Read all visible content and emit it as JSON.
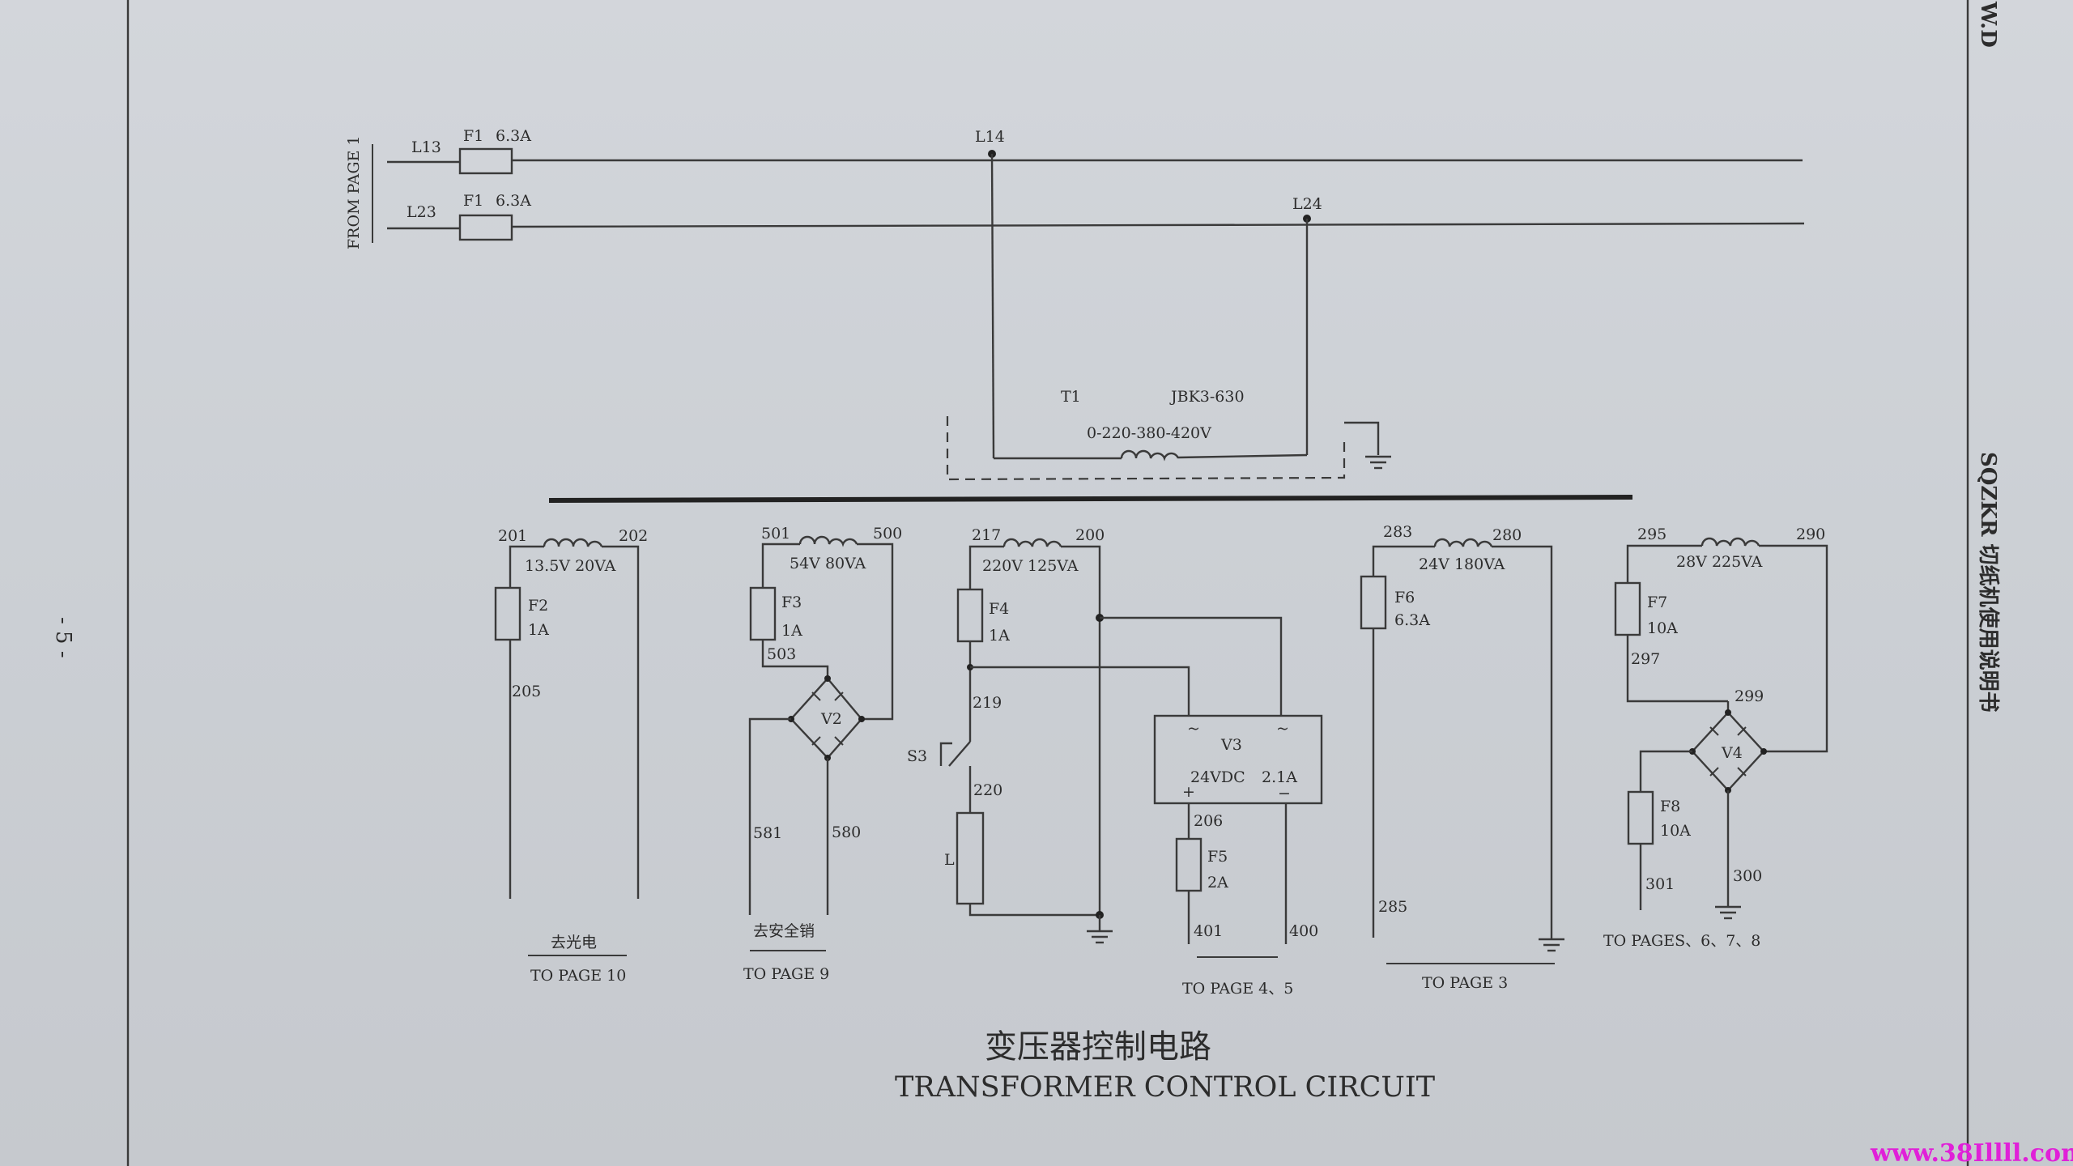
{
  "document": {
    "page_number": "- 5 -",
    "side_title": "SQZKR 切纸机使用说明书",
    "corner_code": "W.D",
    "watermark": "www.38Illll.com",
    "title_cn": "变压器控制电路",
    "title_en": "TRANSFORMER CONTROL CIRCUIT"
  },
  "supply": {
    "source": "FROM PAGE 1",
    "line1": {
      "label": "L13",
      "fuse": "F1",
      "rating": "6.3A",
      "tap": "L14"
    },
    "line2": {
      "label": "L23",
      "fuse": "F1",
      "rating": "6.3A",
      "tap": "L24"
    }
  },
  "transformer": {
    "ref": "T1",
    "model": "JBK3-630",
    "primary": "0-220-380-420V"
  },
  "circuits": {
    "c1": {
      "wire_a": "201",
      "wire_b": "202",
      "winding": "13.5V 20VA",
      "fuse": "F2",
      "fuse_rating": "1A",
      "wire_out": "205",
      "note_cn": "去光电",
      "dest": "TO PAGE 10"
    },
    "c2": {
      "wire_a": "501",
      "wire_b": "500",
      "winding": "54V 80VA",
      "fuse": "F3",
      "fuse_rating": "1A",
      "wire_mid": "503",
      "bridge": "V2",
      "wire_out1": "581",
      "wire_out2": "580",
      "note_cn": "去安全销",
      "dest": "TO PAGE 9"
    },
    "c3": {
      "wire_a": "217",
      "wire_b": "200",
      "winding": "220V 125VA",
      "fuse": "F4",
      "fuse_rating": "1A",
      "wire_mid": "219",
      "switch": "S3",
      "wire_sw": "220",
      "load": "L"
    },
    "c4": {
      "module": "V3",
      "ac1": "~",
      "ac2": "~",
      "output": "24VDC",
      "current": "2.1A",
      "plus": "+",
      "minus": "−",
      "wire_pos": "206",
      "fuse": "F5",
      "fuse_rating": "2A",
      "wire_out1": "401",
      "wire_out2": "400",
      "dest": "TO PAGE 4、5"
    },
    "c5": {
      "wire_a": "283",
      "wire_b": "280",
      "winding": "24V 180VA",
      "fuse": "F6",
      "fuse_rating": "6.3A",
      "wire_out": "285",
      "dest": "TO PAGE 3"
    },
    "c6": {
      "wire_a": "295",
      "wire_b": "290",
      "winding": "28V 225VA",
      "fuse": "F7",
      "fuse_rating": "10A",
      "wire_mid": "297",
      "wire_bridge": "299",
      "bridge": "V4",
      "fuse2": "F8",
      "fuse2_rating": "10A",
      "wire_out": "301",
      "wire_gnd": "300",
      "dest": "TO PAGES、6、7、8"
    }
  }
}
